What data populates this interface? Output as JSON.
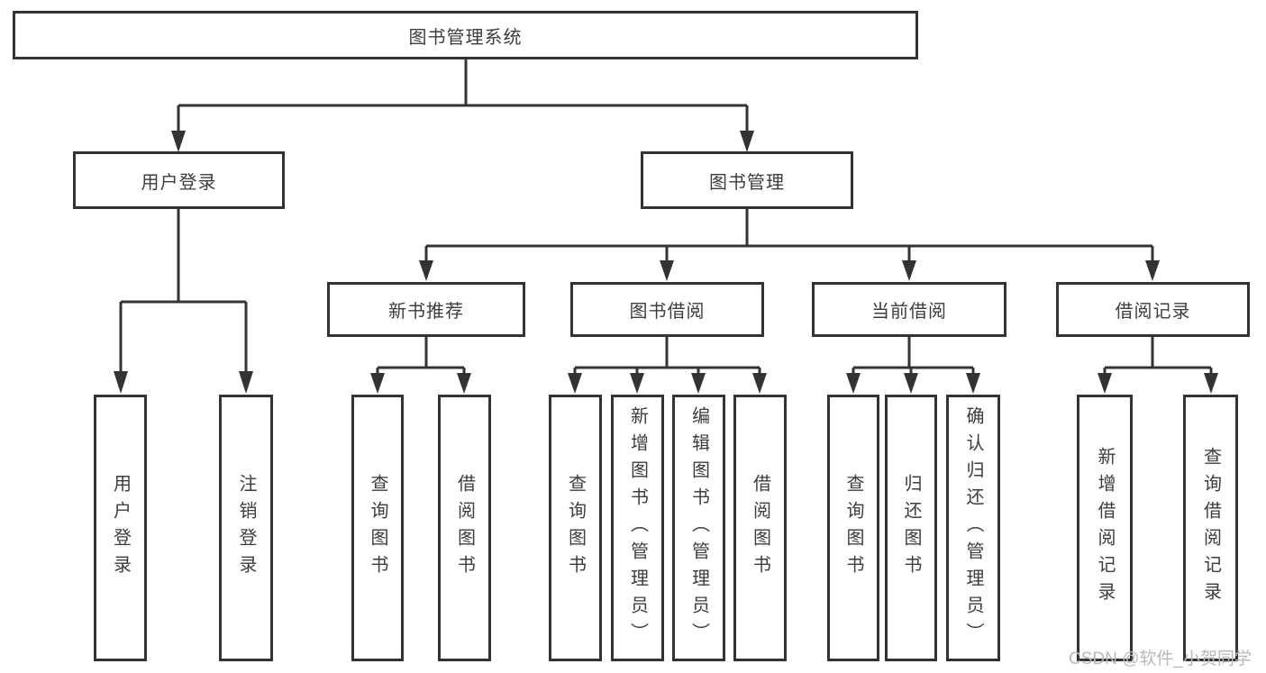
{
  "root": {
    "label": "图书管理系统"
  },
  "level2": [
    {
      "label": "用户登录"
    },
    {
      "label": "图书管理"
    }
  ],
  "level3": [
    {
      "label": "新书推荐"
    },
    {
      "label": "图书借阅"
    },
    {
      "label": "当前借阅"
    },
    {
      "label": "借阅记录"
    }
  ],
  "leaves": {
    "user_login": [
      {
        "label": "用户登录"
      },
      {
        "label": "注销登录"
      }
    ],
    "new_book": [
      {
        "label": "查询图书"
      },
      {
        "label": "借阅图书"
      }
    ],
    "book_borrow": [
      {
        "label": "查询图书"
      },
      {
        "label": "新增图书（管理员）"
      },
      {
        "label": "编辑图书（管理员）"
      },
      {
        "label": "借阅图书"
      }
    ],
    "current_borrow": [
      {
        "label": "查询图书"
      },
      {
        "label": "归还图书"
      },
      {
        "label": "确认归还（管理员）"
      }
    ],
    "borrow_records": [
      {
        "label": "新增借阅记录"
      },
      {
        "label": "查询借阅记录"
      }
    ]
  },
  "watermark": {
    "text": "CSDN @软件_小贺同学"
  },
  "colors": {
    "line": "#333333",
    "box_background": "#ffffff",
    "text": "#3d3d3d",
    "watermark": "#b9b9b9"
  }
}
